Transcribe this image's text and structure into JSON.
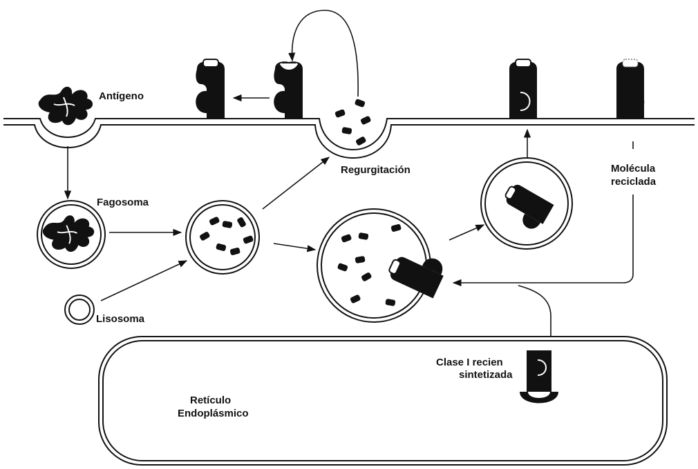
{
  "labels": {
    "antigen": "Antígeno",
    "phagosome": "Fagosoma",
    "lysosome": "Lisosoma",
    "regurgitation": "Regurgitación",
    "recycled_line1": "Molécula",
    "recycled_line2": "reciclada",
    "newly_synth_line1": "Clase I recien",
    "newly_synth_line2": "sintetizada",
    "er_line1": "Retículo",
    "er_line2": "Endoplásmico"
  },
  "colors": {
    "ink": "#111111",
    "background": "#ffffff"
  }
}
